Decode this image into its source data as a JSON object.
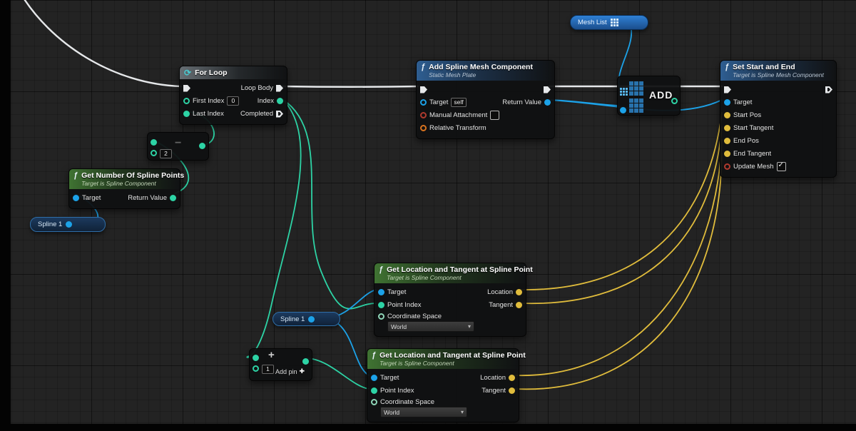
{
  "icons": {
    "chevron_down": "▾",
    "check": "✓",
    "loop": "⟳",
    "function": "ƒ",
    "plus": "+",
    "minus": "−",
    "add_pin_plus": "✚"
  },
  "colors": {
    "exec_wire": "#e6e8ea",
    "object_pin": "#1ca2e8",
    "int_pin": "#2dd3a5",
    "vector_pin": "#e0bc3c",
    "bool_pin": "#b03a2e",
    "transform_pin": "#d9731f"
  },
  "nodes": {
    "mesh_list": {
      "label": "Mesh List"
    },
    "for_loop": {
      "title": "For Loop",
      "first_index": "First Index",
      "first_index_value": "0",
      "last_index": "Last Index",
      "loop_body": "Loop Body",
      "index": "Index",
      "completed": "Completed"
    },
    "add_spline_mesh": {
      "title": "Add Spline Mesh Component",
      "subtitle": "Static Mesh Plate",
      "target": "Target",
      "target_value": "self",
      "manual_attachment": "Manual Attachment",
      "relative_transform": "Relative Transform",
      "return_value": "Return Value"
    },
    "add_array": {
      "title": "ADD"
    },
    "set_start_end": {
      "title": "Set Start and End",
      "subtitle": "Target is Spline Mesh Component",
      "target": "Target",
      "start_pos": "Start Pos",
      "start_tangent": "Start Tangent",
      "end_pos": "End Pos",
      "end_tangent": "End Tangent",
      "update_mesh": "Update Mesh"
    },
    "get_num_points": {
      "title": "Get Number Of Spline Points",
      "subtitle": "Target is Spline Component",
      "target": "Target",
      "return_value": "Return Value"
    },
    "spline_var_1": {
      "label": "Spline 1"
    },
    "spline_var_2": {
      "label": "Spline 1"
    },
    "subtract": {
      "value": "2",
      "operator": "−"
    },
    "add_int": {
      "value": "1",
      "operator": "+",
      "add_pin_label": "Add pin"
    },
    "get_loc_tan_1": {
      "title": "Get Location and Tangent at Spline Point",
      "subtitle": "Target is Spline Component",
      "target": "Target",
      "point_index": "Point Index",
      "coordinate_space": "Coordinate Space",
      "coordinate_space_value": "World",
      "location": "Location",
      "tangent": "Tangent"
    },
    "get_loc_tan_2": {
      "title": "Get Location and Tangent at Spline Point",
      "subtitle": "Target is Spline Component",
      "target": "Target",
      "point_index": "Point Index",
      "coordinate_space": "Coordinate Space",
      "coordinate_space_value": "World",
      "location": "Location",
      "tangent": "Tangent"
    }
  }
}
